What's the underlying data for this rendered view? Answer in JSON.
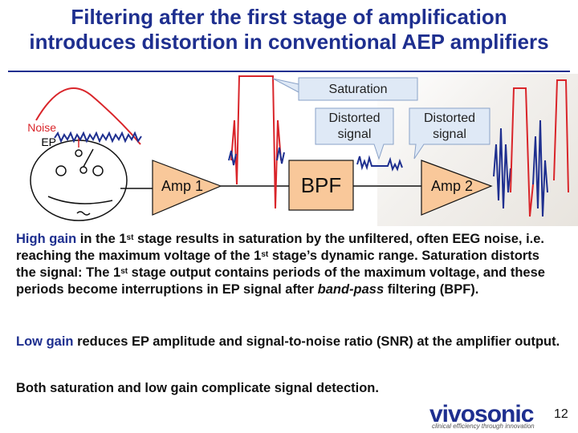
{
  "title": {
    "line1": "Filtering after the first stage of amplification",
    "line2": "introduces distortion in conventional AEP amplifiers"
  },
  "diagram": {
    "saturation_label": "Saturation",
    "distorted1_line1": "Distorted",
    "distorted1_line2": "signal",
    "distorted2_line1": "Distorted",
    "distorted2_line2": "signal",
    "noise_label": "Noise",
    "ep_label": "EP",
    "amp1_label": "Amp 1",
    "bpf_label": "BPF",
    "amp2_label": "Amp 2",
    "colors": {
      "accent": "#1e2f8f",
      "block_fill": "#f9c89a",
      "callout_fill": "#dfe9f6",
      "noise_red": "#d9252a",
      "signal_blue": "#1e2f8f"
    }
  },
  "body": {
    "p1_a": "High gain",
    "p1_b": " in the 1",
    "p1_sup1": "st",
    "p1_c": " stage results in saturation by the unfiltered, often EEG noise, i.e. reaching the maximum voltage of the 1",
    "p1_sup2": "st",
    "p1_d": " stage’s dynamic range.  Saturation distorts the signal:  The 1",
    "p1_sup3": "st",
    "p1_e": " stage output contains periods of the maximum voltage, and these periods become interruptions in EP signal after ",
    "p1_em": "band-pass",
    "p1_f": " filtering (BPF).",
    "p2_a": "Low gain",
    "p2_b": " reduces EP amplitude and signal-to-noise ratio (SNR) at the amplifier output.",
    "p3": "Both saturation and low gain complicate signal detection."
  },
  "footer": {
    "logo": "vivosonic",
    "tagline": "clinical efficiency through innovation",
    "page_number": "12"
  }
}
